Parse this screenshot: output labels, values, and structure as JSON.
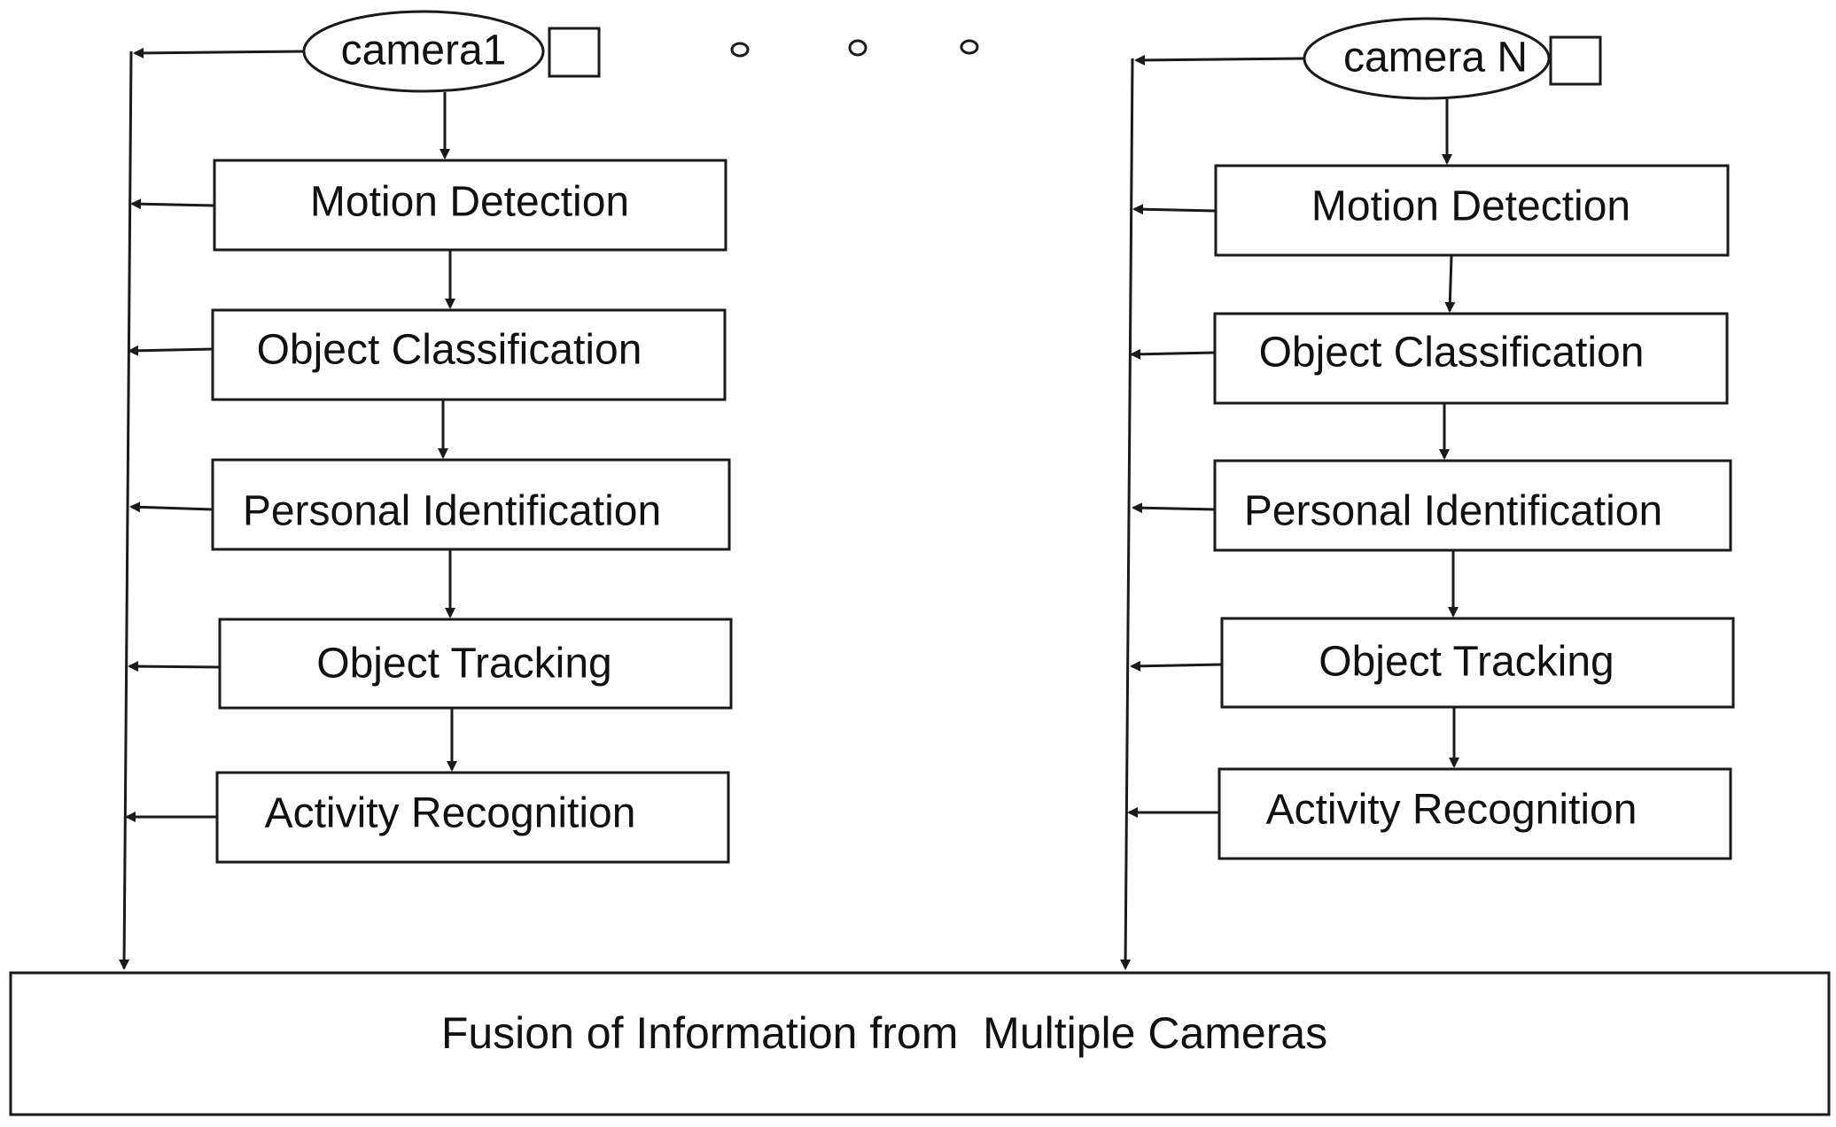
{
  "cameras": [
    {
      "label": "camera1",
      "stages": [
        "Motion Detection",
        "Object Classification",
        "Personal Identification",
        "Object Tracking",
        "Activity Recognition"
      ]
    },
    {
      "label": "camera N",
      "stages": [
        "Motion Detection",
        "Object Classification",
        "Personal Identification",
        "Object Tracking",
        "Activity Recognition"
      ]
    }
  ],
  "fusion": {
    "label": "Fusion of Information from  Multiple Cameras"
  },
  "colors": {
    "line": "#1a1a1a",
    "text": "#111111",
    "background": "#ffffff"
  }
}
